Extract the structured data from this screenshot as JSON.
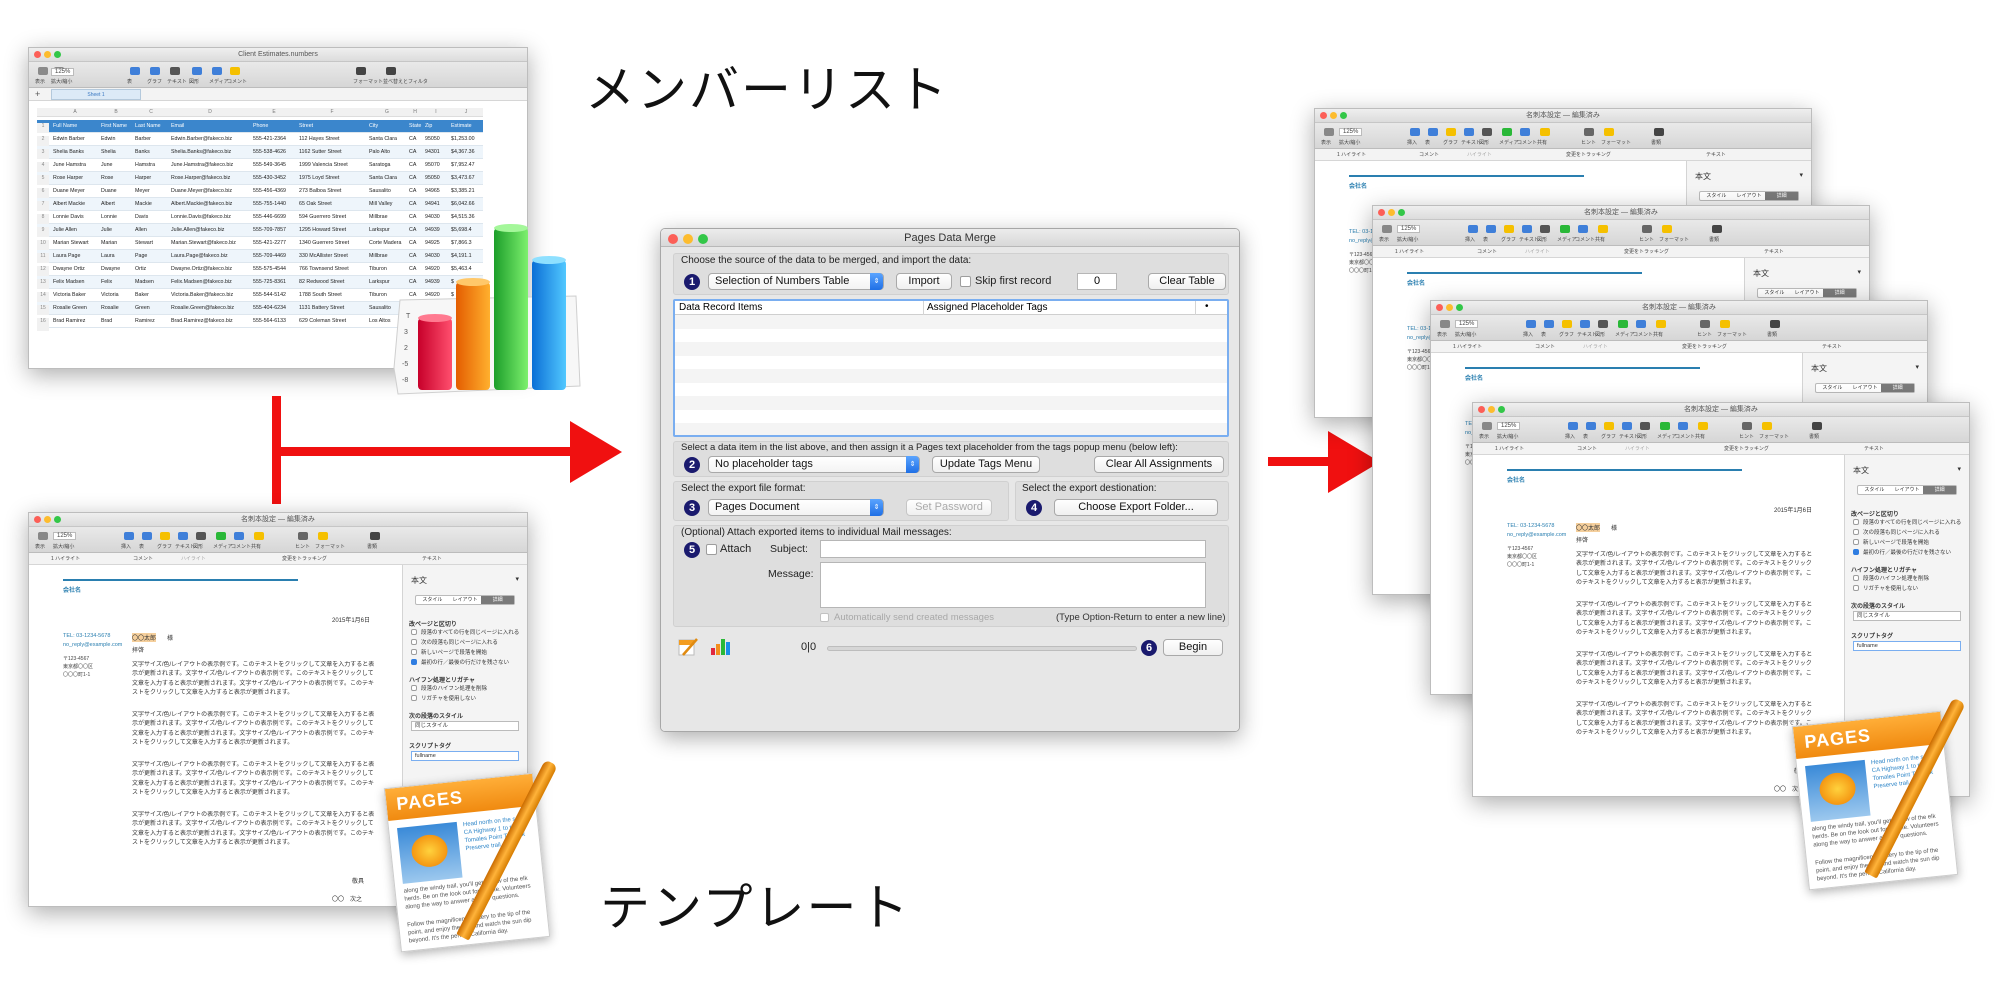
{
  "labels": {
    "member_list": "メンバーリスト",
    "template": "テンプレート"
  },
  "colors": {
    "arrow": "#f01010",
    "number_badge": "#1a1a6e",
    "popup_accent": "#1f6fe5",
    "doc_accent_line": "#2a7fb0"
  },
  "spreadsheet": {
    "title": "Client Estimates.numbers",
    "zoom": "125%",
    "sheet_tab": "Sheet 1",
    "toolbar": [
      "表示",
      "拡大/縮小",
      "表",
      "グラフ",
      "テキスト",
      "図形",
      "メディア",
      "コメント",
      "フォーマット",
      "並べ替えとフィルタ"
    ],
    "columns": [
      "A",
      "B",
      "C",
      "D",
      "E",
      "F",
      "G",
      "H",
      "I",
      "J"
    ],
    "headers": [
      "Full Name",
      "First Name",
      "Last Name",
      "Email",
      "Phone",
      "Street",
      "City",
      "State",
      "Zip",
      "Estimate"
    ],
    "rows": [
      [
        "Edwin Barber",
        "Edwin",
        "Barber",
        "Edwin.Barber@fakeco.biz",
        "555-421-2364",
        "112 Hayes Street",
        "Santa Clara",
        "CA",
        "95050",
        "$1,253.00"
      ],
      [
        "Shelia Banks",
        "Shelia",
        "Banks",
        "Shelia.Banks@fakeco.biz",
        "555-538-4626",
        "1162 Sutter Street",
        "Palo Alto",
        "CA",
        "94301",
        "$4,367.36"
      ],
      [
        "June Hamstra",
        "June",
        "Hamstra",
        "June.Hamstra@fakeco.biz",
        "555-549-3645",
        "1999 Valencia Street",
        "Saratoga",
        "CA",
        "95070",
        "$7,952.47"
      ],
      [
        "Rose Harper",
        "Rose",
        "Harper",
        "Rose.Harper@fakeco.biz",
        "555-430-3452",
        "1975 Loyd Street",
        "Santa Clara",
        "CA",
        "95050",
        "$3,473.67"
      ],
      [
        "Duane Meyer",
        "Duane",
        "Meyer",
        "Duane.Meyer@fakeco.biz",
        "555-456-4369",
        "273 Balboa Street",
        "Sausalito",
        "CA",
        "94965",
        "$3,385.21"
      ],
      [
        "Albert Mackie",
        "Albert",
        "Mackie",
        "Albert.Mackie@fakeco.biz",
        "555-755-1440",
        "65 Oak Street",
        "Mill Valley",
        "CA",
        "94941",
        "$6,042.66"
      ],
      [
        "Lonnie Davis",
        "Lonnie",
        "Davis",
        "Lonnie.Davis@fakeco.biz",
        "555-446-6699",
        "594 Guerrero Street",
        "Millbrae",
        "CA",
        "94030",
        "$4,515.36"
      ],
      [
        "Julie Allen",
        "Julie",
        "Allen",
        "Julie.Allen@fakeco.biz",
        "555-709-7857",
        "1295 Howard Street",
        "Larkspur",
        "CA",
        "94939",
        "$5,698.4"
      ],
      [
        "Marian Stewart",
        "Marian",
        "Stewart",
        "Marian.Stewart@fakeco.biz",
        "555-421-2277",
        "1340 Guerrero Street",
        "Corte Madera",
        "CA",
        "94925",
        "$7,866.3"
      ],
      [
        "Laura Page",
        "Laura",
        "Page",
        "Laura.Page@fakeco.biz",
        "555-709-4469",
        "330 McAllister Street",
        "Millbrae",
        "CA",
        "94030",
        "$4,191.1"
      ],
      [
        "Dwayne Ortiz",
        "Dwayne",
        "Ortiz",
        "Dwayne.Ortiz@fakeco.biz",
        "555-575-4544",
        "766 Townsend Street",
        "Tiburon",
        "CA",
        "94920",
        "$5,463.4"
      ],
      [
        "Felix Madsen",
        "Felix",
        "Madsen",
        "Felix.Madsen@fakeco.biz",
        "555-725-8361",
        "82 Redwood Street",
        "Larkspur",
        "CA",
        "94939",
        "$"
      ],
      [
        "Victoria Baker",
        "Victoria",
        "Baker",
        "Victoria.Baker@fakeco.biz",
        "555-544-5142",
        "1788 South Street",
        "Tiburon",
        "CA",
        "94920",
        "$"
      ],
      [
        "Rosalie Green",
        "Rosalie",
        "Green",
        "Rosalie.Green@fakeco.biz",
        "555-404-6234",
        "1131 Battery Street",
        "Sausalito",
        "CA",
        "94965",
        "$"
      ],
      [
        "Brad Ramirez",
        "Brad",
        "Ramirez",
        "Brad.Ramirez@fakeco.biz",
        "555-564-6133",
        "629 Coleman Street",
        "Los Altos",
        "CA",
        "94022",
        "$"
      ]
    ],
    "row_numbers": [
      "1",
      "2",
      "3",
      "4",
      "5",
      "6",
      "7",
      "8",
      "9",
      "10",
      "11",
      "12",
      "13",
      "14",
      "15",
      "16"
    ]
  },
  "template_doc": {
    "title": "名刺本設定 — 編集済み",
    "zoom": "125%",
    "toolbar": [
      "表示",
      "拡大/縮小",
      "挿入",
      "表",
      "グラフ",
      "テキスト",
      "図形",
      "メディア",
      "コメント",
      "共有",
      "ヒント",
      "フォーマット",
      "書類"
    ],
    "subbar": [
      "1 ハイライト",
      "コメント",
      "ハイライト",
      "変更をトラッキング",
      "テキスト"
    ],
    "company": "会社名",
    "date": "2015年1月6日",
    "tel": "TEL: 03-1234-5678",
    "email": "no_reply@example.com",
    "address": [
      "〒123-4567",
      "東京都〇〇区",
      "〇〇〇町1-1"
    ],
    "recipient": "〇〇太郎",
    "honorific": "様",
    "greeting": "拝啓",
    "para": "文字サイズ/色/レイアウトの表示例です。このテキストをクリックして文章を入力すると表示が更新されます。文字サイズ/色/レイアウトの表示例です。このテキストをクリックして文章を入力すると表示が更新されます。文字サイズ/色/レイアウトの表示例です。このテキストをクリックして文章を入力すると表示が更新されます。",
    "closing": "敬具",
    "sign": "〇〇　次之",
    "sidebar": {
      "style": "本文",
      "tabs": [
        "スタイル",
        "レイアウト",
        "詳細"
      ],
      "section1": "改ページと区切り",
      "opts1": [
        "段落のすべての行を同じページに入れる",
        "次の段落も同じページに入れる",
        "新しいページで段落を開始",
        "最初の行／最後の行だけを残さない"
      ],
      "section2": "ハイフン処理とリガチャ",
      "opts2": [
        "段落のハイフン処理を削除",
        "リガチャを使用しない"
      ],
      "section3": "次の段落のスタイル",
      "next_style": "同じスタイル",
      "section4": "スクリプトタグ",
      "script_tag": "fullname"
    }
  },
  "pages_icon": {
    "label": "PAGES",
    "blurb": "Head north on the scenic CA Highway 1 to the Tomales Point Tule Elk Preserve trail.",
    "body1": "along the windy trail, you'll get a view of the elk herds. Be on the look out for wildlife. Volunteers along the way to answer all your questions.",
    "body2": "Follow the magnificent scenery to the tip of the point, and enjoy the ride and watch the sun dip beyond. It's the perfect California day."
  },
  "numbers_icon": {
    "labels": [
      "T",
      "3",
      "2",
      "-5",
      "-8"
    ]
  },
  "merge_window": {
    "title": "Pages Data Merge",
    "step1_label": "Choose the source of the data to be merged, and import the data:",
    "source_popup": "Selection of Numbers Table",
    "import_btn": "Import",
    "skip_label": "Skip first record",
    "skip_count": "0",
    "clear_table_btn": "Clear Table",
    "col_items": "Data Record Items",
    "col_tags": "Assigned Placeholder Tags",
    "col_sort": "•",
    "step2_label": "Select a data item in the list above, and then assign it a Pages text placeholder from the tags popup menu (below left):",
    "tags_popup": "No placeholder tags",
    "update_tags_btn": "Update Tags Menu",
    "clear_assign_btn": "Clear All Assignments",
    "format_label": "Select the export file format:",
    "format_popup": "Pages Document",
    "set_password_btn": "Set Password",
    "dest_label": "Select the export destionation:",
    "dest_btn": "Choose Export Folder...",
    "mail_label": "(Optional) Attach exported items to individual Mail messages:",
    "attach_label": "Attach",
    "subject_label": "Subject:",
    "message_label": "Message:",
    "auto_send_label": "Automatically send created messages",
    "hint": "(Type Option-Return to enter a new line)",
    "progress": "0|0",
    "begin_btn": "Begin",
    "steps": [
      "1",
      "2",
      "3",
      "4",
      "5",
      "6"
    ]
  }
}
